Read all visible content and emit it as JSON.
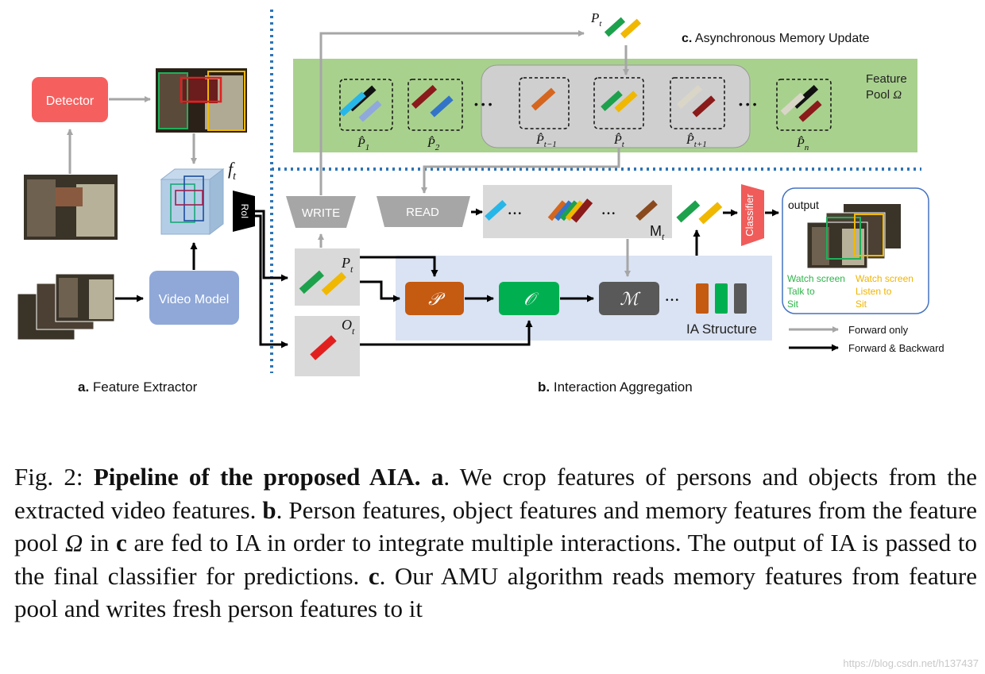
{
  "sections": {
    "a_letter": "a.",
    "a_title": "Feature Extractor",
    "b_letter": "b.",
    "b_title": "Interaction Aggregation",
    "c_letter": "c.",
    "c_title": "Asynchronous Memory Update"
  },
  "extractor": {
    "detector": "Detector",
    "video_model": "Video Model",
    "roi": "RoI",
    "ft_main": "f",
    "ft_sub": "t"
  },
  "pool": {
    "label_line1": "Feature",
    "label_line2": "Pool",
    "omega": "Ω",
    "slots": [
      {
        "main": "P̂",
        "sub": "1"
      },
      {
        "main": "P̂",
        "sub": "2"
      },
      {
        "main": "P̂",
        "sub": "t−1"
      },
      {
        "main": "P̂",
        "sub": "t"
      },
      {
        "main": "P̂",
        "sub": "t+1"
      },
      {
        "main": "P̂",
        "sub": "n"
      }
    ],
    "dots": "• • •"
  },
  "ops": {
    "write": "WRITE",
    "read": "READ",
    "pt_main": "P",
    "pt_sub": "t",
    "ot_main": "O",
    "ot_sub": "t",
    "mt_main": "M",
    "mt_sub": "t",
    "top_pt_main": "P",
    "top_pt_sub": "t",
    "p_block": "𝒫",
    "o_block": "𝒪",
    "m_block": "ℳ",
    "ia_structure": "IA Structure",
    "classifier": "Classifier",
    "dots": "• • •"
  },
  "output": {
    "title": "output",
    "green_labels": [
      "Watch screen",
      "Talk to",
      "Sit"
    ],
    "orange_labels": [
      "Watch screen",
      "Listen to",
      "Sit"
    ]
  },
  "legend": {
    "forward_only": "Forward only",
    "forward_backward": "Forward & Backward"
  },
  "colors": {
    "detector": "#f5605f",
    "video_model": "#8fa8d8",
    "pool_bg": "#a9d18e",
    "ia_bg": "#dae3f3",
    "p_block": "#c55a11",
    "o_block": "#00b050",
    "m_block": "#595959",
    "classifier": "#ef5c5a",
    "gray_arrow": "#a6a6a6",
    "dotted_line": "#2e75b6"
  },
  "caption": {
    "fig_label": "Fig. 2:",
    "bold_title": "Pipeline of the proposed AIA.",
    "a_bold": "a",
    "a_text": ". We crop features of persons and objects from the extracted video features.",
    "b_bold": "b",
    "b_text1": ". Person features, object features and memory features from the feature pool",
    "b_omega": "Ω",
    "b_text2": "in",
    "c_bold_inline": "c",
    "b_text3": "are fed to IA in order to integrate multiple interactions. The output of IA is passed to the final classifier for predictions.",
    "c_bold": "c",
    "c_text": ". Our AMU algorithm reads memory features from feature pool and writes fresh person features to it"
  },
  "watermark": "https://blog.csdn.net/h137437"
}
